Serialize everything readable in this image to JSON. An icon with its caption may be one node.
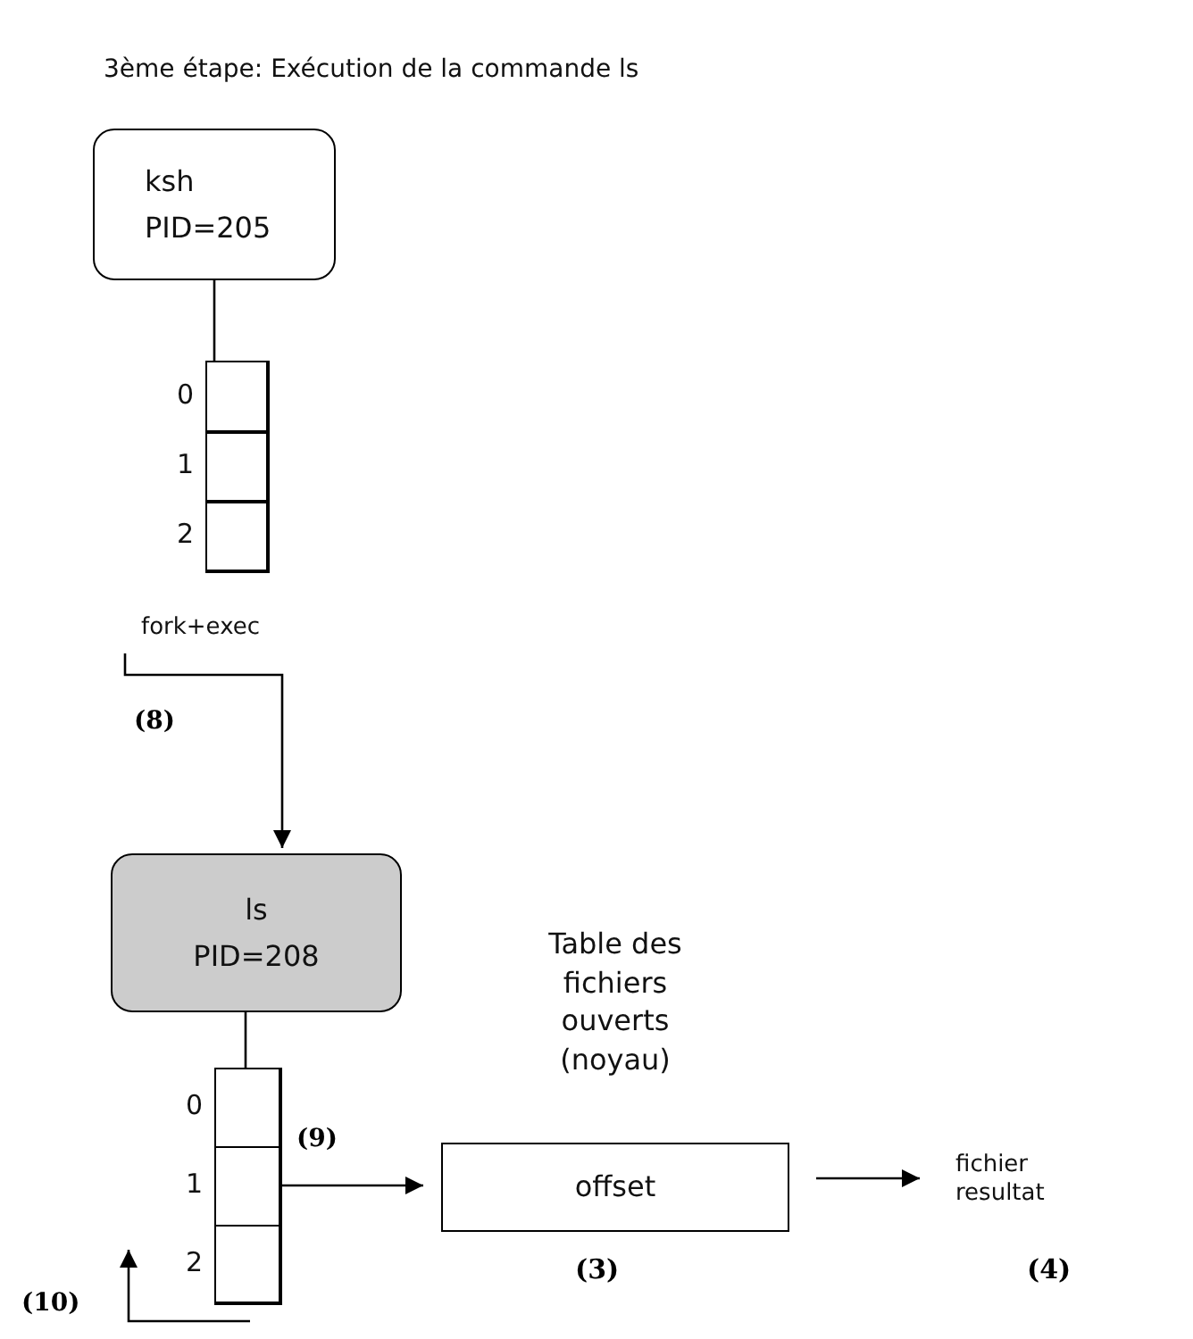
{
  "diagram": {
    "title": "3ème étape: Exécution de la commande ls",
    "nodes": [
      {
        "text": [
          "ksh",
          "PID=205"
        ]
      },
      {
        "text": [],
        "shape": "box"
      },
      {
        "text": [],
        "shape": "box",
        "in": 1,
        "beside": [
          "0"
        ]
      },
      {
        "text": [],
        "shape": "box",
        "in": 1,
        "beside": [
          "1"
        ]
      },
      {
        "text": [],
        "shape": "box",
        "in": 1,
        "beside": [
          "2"
        ]
      },
      {
        "text": [
          "ls",
          "PID=208"
        ]
      },
      {
        "text": [],
        "shape": "box"
      },
      {
        "text": [],
        "shape": "box",
        "in": 6,
        "beside": [
          "0"
        ]
      },
      {
        "text": [],
        "shape": "box",
        "in": 6,
        "beside": [
          "1"
        ]
      },
      {
        "text": [],
        "shape": "box",
        "in": 6,
        "beside": [
          "2"
        ]
      },
      {
        "text": [
          "offset"
        ],
        "beside": [
          "Table des fichiers ouverts (noyau)",
          "(3)"
        ]
      },
      {
        "text": [
          "fichier resultat"
        ],
        "beside": [
          "(4)"
        ]
      }
    ],
    "edges": [
      {
        "from": 0,
        "to": 1,
        "arrow": "none"
      },
      {
        "from": null,
        "to": 5,
        "arrow": "to",
        "label": "fork+exec"
      },
      {
        "from": 5,
        "to": 6,
        "arrow": "none"
      },
      {
        "from": 8,
        "to": 10,
        "arrow": "to"
      },
      {
        "from": 10,
        "to": 11,
        "arrow": "to"
      }
    ],
    "labels": [
      "(8)",
      "(9)",
      "(10)"
    ]
  }
}
